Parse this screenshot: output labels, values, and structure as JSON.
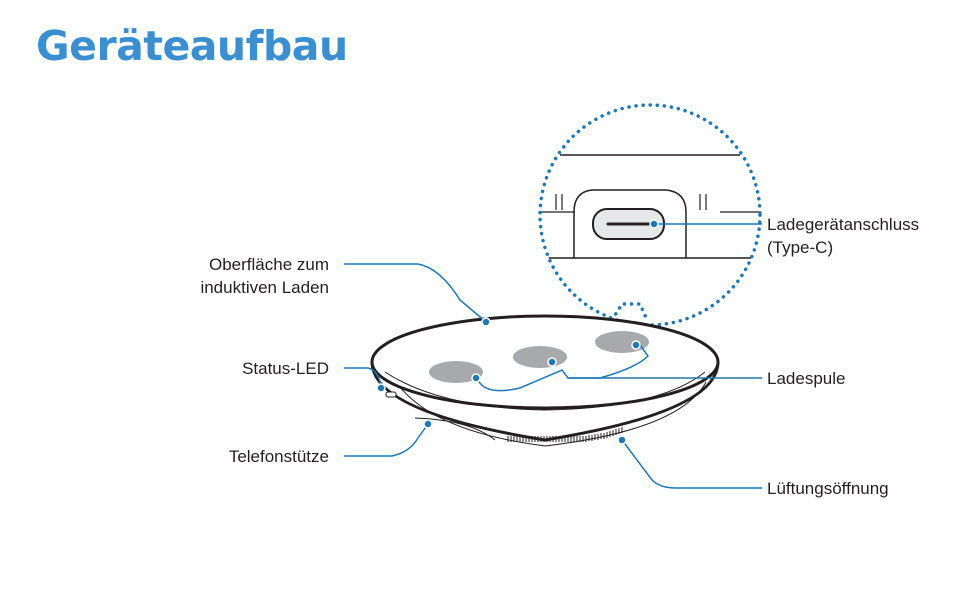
{
  "title": "Geräteaufbau",
  "colors": {
    "title": "#3b8fd0",
    "leader": "#1f77b4",
    "outline": "#231f20",
    "coil": "#a7a9ac",
    "zoom_dots": "#1f77b4"
  },
  "labels": {
    "surface": [
      "Oberfläche zum",
      "induktiven Laden"
    ],
    "status_led": "Status-LED",
    "phone_stand": "Telefonstütze",
    "port": [
      "Ladegerätanschluss",
      "(Type-C)"
    ],
    "coil": "Ladespule",
    "vent": "Lüftungsöffnung"
  }
}
